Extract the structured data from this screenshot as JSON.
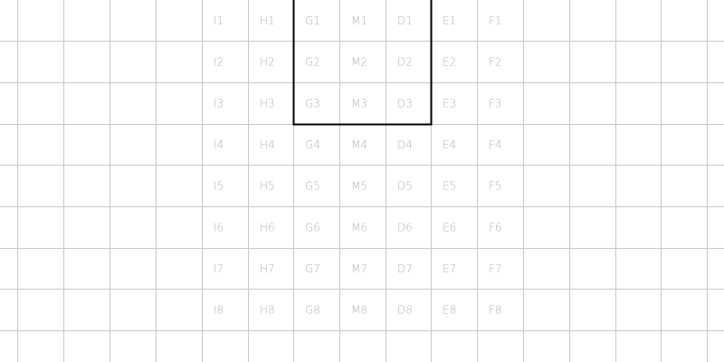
{
  "colors": {
    "background": "#ffffff",
    "grid_line": "#c8c8c8",
    "label_text": "#b3b3b3",
    "selection_border": "#000000"
  },
  "grid": {
    "columns": [
      "I",
      "H",
      "G",
      "M",
      "D",
      "E",
      "F"
    ],
    "rows": [
      1,
      2,
      3,
      4,
      5,
      6,
      7,
      8
    ],
    "labels": [
      [
        "I1",
        "H1",
        "G1",
        "M1",
        "D1",
        "E1",
        "F1"
      ],
      [
        "I2",
        "H2",
        "G2",
        "M2",
        "D2",
        "E2",
        "F2"
      ],
      [
        "I3",
        "H3",
        "G3",
        "M3",
        "D3",
        "E3",
        "F3"
      ],
      [
        "I4",
        "H4",
        "G4",
        "M4",
        "D4",
        "E4",
        "F4"
      ],
      [
        "I5",
        "H5",
        "G5",
        "M5",
        "D5",
        "E5",
        "F5"
      ],
      [
        "I6",
        "H6",
        "G6",
        "M6",
        "D6",
        "E6",
        "F6"
      ],
      [
        "I7",
        "H7",
        "G7",
        "M7",
        "D7",
        "E7",
        "F7"
      ],
      [
        "I8",
        "H8",
        "G8",
        "M8",
        "D8",
        "E8",
        "F8"
      ]
    ]
  },
  "selection": {
    "from": "G1",
    "to": "D3"
  }
}
